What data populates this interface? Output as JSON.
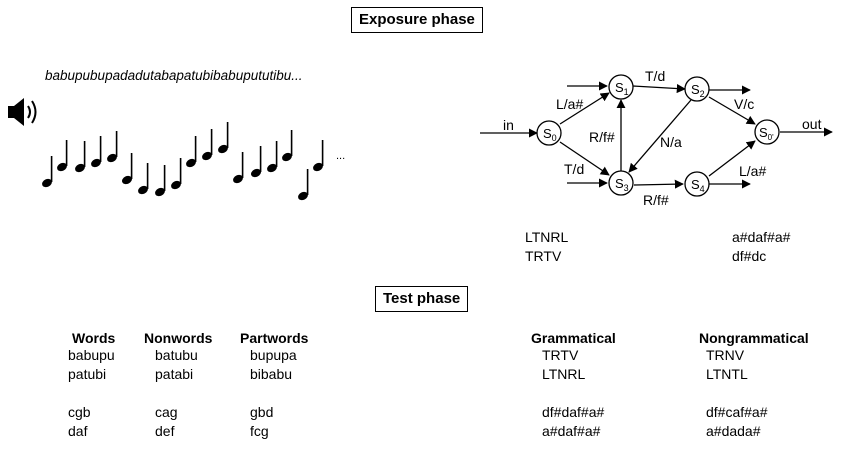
{
  "exposure_title": "Exposure phase",
  "test_title": "Test phase",
  "sequence": "babupubupadadutabapatubibabupututibu...",
  "notes_ellipsis": "...",
  "colors": {
    "stroke": "#000000",
    "background": "#ffffff"
  },
  "graph": {
    "input_label": "in",
    "output_label": "out",
    "states": [
      {
        "letter": "S",
        "sub": "0"
      },
      {
        "letter": "S",
        "sub": "1"
      },
      {
        "letter": "S",
        "sub": "2"
      },
      {
        "letter": "S",
        "sub": "3"
      },
      {
        "letter": "S",
        "sub": "4"
      },
      {
        "letter": "S",
        "sub": "0'"
      }
    ],
    "edges": [
      "L/a#",
      "T/d",
      "T/d",
      "R/f#",
      "N/a",
      "V/c",
      "R/f#",
      "L/a#"
    ]
  },
  "examples": {
    "letters": [
      "LTNRL",
      "TRTV"
    ],
    "notes": [
      "a#daf#a#",
      "df#dc"
    ]
  },
  "test": {
    "left_headers": [
      "Words",
      "Nonwords",
      "Partwords"
    ],
    "left_rows": [
      [
        "babupu",
        "batubu",
        "bupupa"
      ],
      [
        "patubi",
        "patabi",
        "bibabu"
      ],
      [
        "cgb",
        "cag",
        "gbd"
      ],
      [
        "daf",
        "def",
        "fcg"
      ]
    ],
    "right_headers": [
      "Grammatical",
      "Nongrammatical"
    ],
    "right_rows": [
      [
        "TRTV",
        "TRNV"
      ],
      [
        "LTNRL",
        "LTNTL"
      ],
      [
        "df#daf#a#",
        "df#caf#a#"
      ],
      [
        "a#daf#a#",
        "a#dada#"
      ]
    ]
  }
}
